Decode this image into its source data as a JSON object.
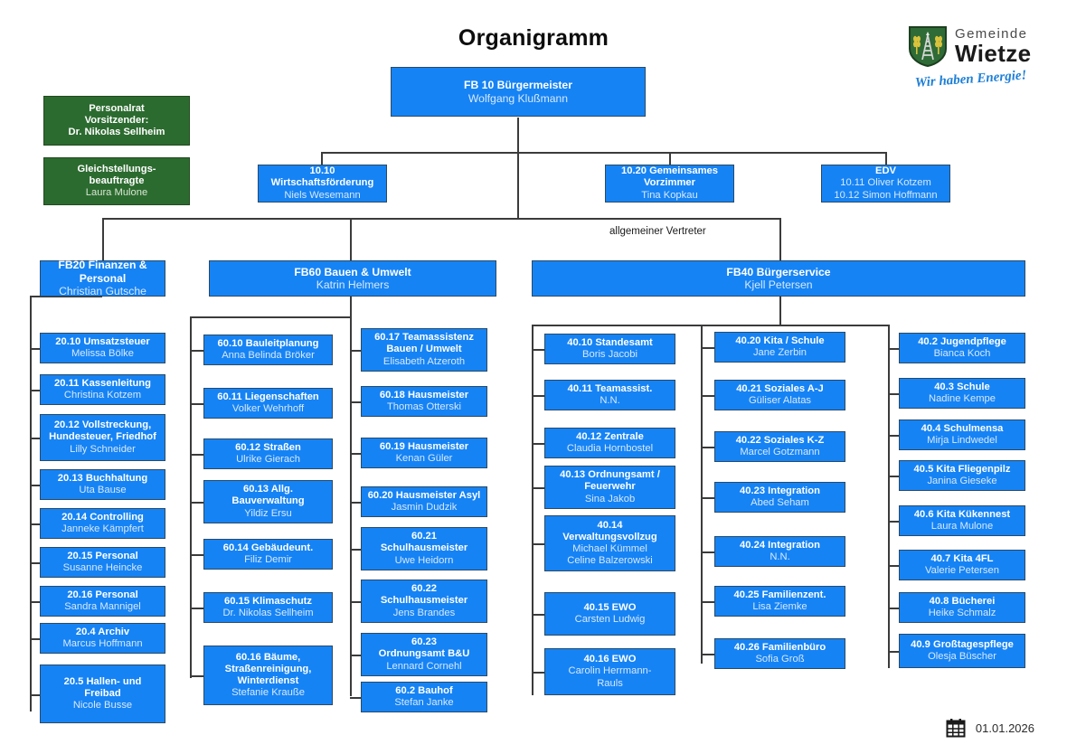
{
  "title": "Organigramm",
  "logo": {
    "line1": "Gemeinde",
    "line2": "Wietze",
    "slogan": "Wir haben Energie!",
    "crest_icon": "coat-of-arms-icon"
  },
  "footer": {
    "calendar_icon": "calendar-icon",
    "date": "01.01.2026"
  },
  "labels": {
    "allgemeiner_vertreter": "allgemeiner Vertreter"
  },
  "colors": {
    "node_blue": "#1683f5",
    "node_green": "#2c6b2f",
    "border": "#2b4a63",
    "line": "#3b3b3b",
    "subtitle_text": "#d8e9fb"
  },
  "top": {
    "title": "FB 10 Bürgermeister",
    "person": "Wolfgang Klußmann"
  },
  "staff": [
    {
      "title": "Personalrat",
      "title2": "Vorsitzender:",
      "person": "Dr. Nikolas Sellheim"
    },
    {
      "title": "Gleichstellungs-",
      "title2": "beauftragte",
      "person": "Laura Mulone"
    }
  ],
  "level2": [
    {
      "title": "10.10",
      "title2": "Wirtschaftsförderung",
      "person": "Niels Wesemann"
    },
    {
      "title": "10.20 Gemeinsames",
      "title2": "Vorzimmer",
      "person": "Tina Kopkau"
    },
    {
      "title": "EDV",
      "person": "10.11 Oliver Kotzem",
      "person2": "10.12 Simon Hoffmann"
    }
  ],
  "departments": [
    {
      "title": "FB20 Finanzen &",
      "title2": "Personal",
      "person": "Christian Gutsche"
    },
    {
      "title": "FB60 Bauen & Umwelt",
      "person": "Katrin Helmers"
    },
    {
      "title": "FB40 Bürgerservice",
      "person": "Kjell Petersen"
    }
  ],
  "columns": [
    {
      "key": "fb20",
      "items": [
        {
          "title": "20.10 Umsatzsteuer",
          "person": "Melissa Bölke"
        },
        {
          "title": "20.11 Kassenleitung",
          "person": "Christina Kotzem"
        },
        {
          "title": "20.12 Vollstreckung,",
          "title2": "Hundesteuer, Friedhof",
          "person": "Lilly Schneider"
        },
        {
          "title": "20.13 Buchhaltung",
          "person": "Uta Bause"
        },
        {
          "title": "20.14 Controlling",
          "person": "Janneke Kämpfert"
        },
        {
          "title": "20.15 Personal",
          "person": "Susanne Heincke"
        },
        {
          "title": "20.16 Personal",
          "person": "Sandra Mannigel"
        },
        {
          "title": "20.4 Archiv",
          "person": "Marcus Hoffmann"
        },
        {
          "title": "20.5 Hallen- und",
          "title2": "Freibad",
          "person": "Nicole Busse"
        }
      ]
    },
    {
      "key": "fb60a",
      "items": [
        {
          "title": "60.10 Bauleitplanung",
          "person": "Anna Belinda Bröker"
        },
        {
          "title": "60.11 Liegenschaften",
          "person": "Volker Wehrhoff"
        },
        {
          "title": "60.12 Straßen",
          "person": "Ulrike Gierach"
        },
        {
          "title": "60.13 Allg.",
          "title2": "Bauverwaltung",
          "person": "Yildiz Ersu"
        },
        {
          "title": "60.14 Gebäudeunt.",
          "person": "Filiz Demir"
        },
        {
          "title": "60.15 Klimaschutz",
          "person": "Dr. Nikolas Sellheim"
        },
        {
          "title": "60.16 Bäume,",
          "title2": "Straßenreinigung,",
          "title3": "Winterdienst",
          "person": "Stefanie Krauße"
        }
      ]
    },
    {
      "key": "fb60b",
      "items": [
        {
          "title": "60.17 Teamassistenz",
          "title2": "Bauen / Umwelt",
          "person": "Elisabeth Atzeroth"
        },
        {
          "title": "60.18 Hausmeister",
          "person": "Thomas Otterski"
        },
        {
          "title": "60.19 Hausmeister",
          "person": "Kenan Güler"
        },
        {
          "title": "60.20 Hausmeister Asyl",
          "person": "Jasmin Dudzik"
        },
        {
          "title": "60.21",
          "title2": "Schulhausmeister",
          "person": "Uwe Heidorn"
        },
        {
          "title": "60.22",
          "title2": "Schulhausmeister",
          "person": "Jens Brandes"
        },
        {
          "title": "60.23",
          "title2": "Ordnungsamt B&U",
          "person": "Lennard Cornehl"
        },
        {
          "title": "60.2 Bauhof",
          "person": "Stefan Janke"
        }
      ]
    },
    {
      "key": "fb40a",
      "items": [
        {
          "title": "40.10 Standesamt",
          "person": "Boris Jacobi"
        },
        {
          "title": "40.11 Teamassist.",
          "person": "N.N."
        },
        {
          "title": "40.12 Zentrale",
          "person": "Claudia Hornbostel"
        },
        {
          "title": "40.13 Ordnungsamt /",
          "title2": "Feuerwehr",
          "person": "Sina Jakob"
        },
        {
          "title": "40.14",
          "title2": "Verwaltungsvollzug",
          "person": "Michael Kümmel",
          "person2": "Celine Balzerowski"
        },
        {
          "title": "40.15 EWO",
          "person": "Carsten Ludwig"
        },
        {
          "title": "40.16 EWO",
          "person": "Carolin Herrmann-",
          "person2": "Rauls"
        }
      ]
    },
    {
      "key": "fb40b",
      "items": [
        {
          "title": "40.20 Kita / Schule",
          "person": "Jane Zerbin"
        },
        {
          "title": "40.21 Soziales A-J",
          "person": "Güliser Alatas"
        },
        {
          "title": "40.22 Soziales K-Z",
          "person": "Marcel Gotzmann"
        },
        {
          "title": "40.23 Integration",
          "person": "Abed Seham"
        },
        {
          "title": "40.24 Integration",
          "person": "N.N."
        },
        {
          "title": "40.25 Familienzent.",
          "person": "Lisa Ziemke"
        },
        {
          "title": "40.26 Familienbüro",
          "person": "Sofia Groß"
        }
      ]
    },
    {
      "key": "fb40c",
      "items": [
        {
          "title": "40.2 Jugendpflege",
          "person": "Bianca Koch"
        },
        {
          "title": "40.3 Schule",
          "person": "Nadine Kempe"
        },
        {
          "title": "40.4 Schulmensa",
          "person": "Mirja Lindwedel"
        },
        {
          "title": "40.5 Kita Fliegenpilz",
          "person": "Janina Gieseke"
        },
        {
          "title": "40.6 Kita Kükennest",
          "person": "Laura Mulone"
        },
        {
          "title": "40.7 Kita 4FL",
          "person": "Valerie Petersen"
        },
        {
          "title": "40.8 Bücherei",
          "person": "Heike Schmalz"
        },
        {
          "title": "40.9 Großtagespflege",
          "person": "Olesja Büscher"
        }
      ]
    }
  ]
}
